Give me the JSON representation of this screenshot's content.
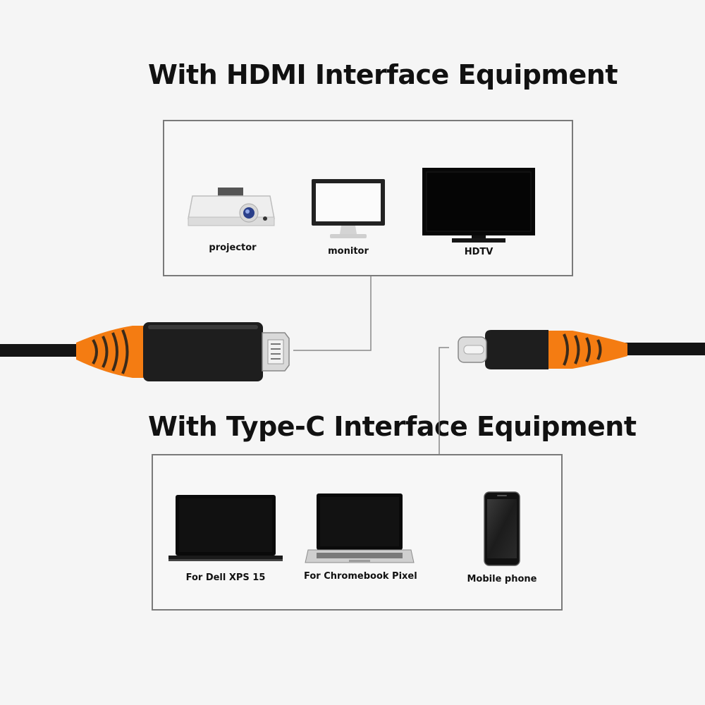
{
  "headings": {
    "hdmi": "With  HDMI Interface Equipment",
    "typec": "With  Type-C Interface Equipment"
  },
  "hdmi_devices": [
    {
      "label": "projector",
      "icon": "projector-icon"
    },
    {
      "label": "monitor",
      "icon": "monitor-icon"
    },
    {
      "label": "HDTV",
      "icon": "hdtv-icon"
    }
  ],
  "typec_devices": [
    {
      "label": "For Dell XPS 15",
      "icon": "laptop-icon"
    },
    {
      "label": "For Chromebook Pixel",
      "icon": "laptop-icon"
    },
    {
      "label": "Mobile phone",
      "icon": "phone-icon"
    }
  ],
  "colors": {
    "accent_orange": "#f47c12",
    "connector_black": "#1e1e1e",
    "line_gray": "#8a8a8a",
    "background": "#f5f5f5"
  }
}
